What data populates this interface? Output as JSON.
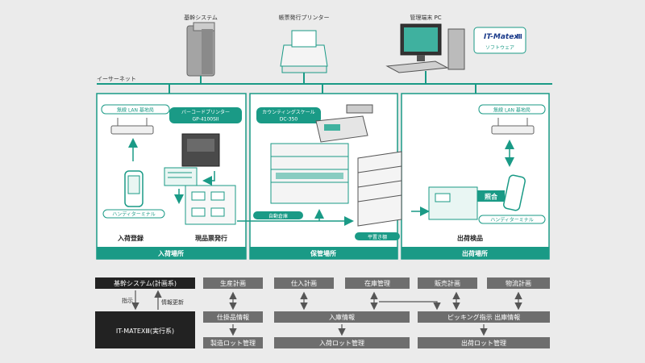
{
  "top_devices": {
    "core_system": "基幹システム",
    "label_printer": "帳票発行プリンター",
    "mgmt_pc": "管理端末 PC",
    "software_logo": "IT-Matex",
    "software_logo_mark": "Ⅲ",
    "software": "ソフトウェア"
  },
  "network": "イーサーネット",
  "zones": [
    {
      "name": "入荷場所"
    },
    {
      "name": "保管場所"
    },
    {
      "name": "出荷場所"
    }
  ],
  "receiving": {
    "lan": "無線 LAN 基地局",
    "printer_name": "バーコードプリンター",
    "printer_model": "GP-4100SII",
    "handy": "ハンディターミナル",
    "step1": "入荷登録",
    "step2": "現品票発行"
  },
  "storage": {
    "scale_name": "カウンティングスケール",
    "scale_model": "DC-350",
    "auto_warehouse": "自動倉庫",
    "flat_shelf": "平置き棚"
  },
  "shipping": {
    "lan": "無線 LAN 基地局",
    "match": "照合",
    "handy": "ハンディターミナル",
    "step": "出荷検品"
  },
  "flow": {
    "core_plan": "基幹システム(計画系)",
    "instruct": "指示",
    "update": "情報更新",
    "itmatex_exec": "IT-MATEXⅢ(実行系)",
    "production_plan": "生産計画",
    "purchase_plan": "仕入計画",
    "inventory_mgmt": "在庫管理",
    "sales_plan": "販売計画",
    "logistics_plan": "物流計画",
    "wip_info": "仕掛品情報",
    "stock_in_info": "入庫情報",
    "picking_info": "ピッキング指示 出庫情報",
    "mfg_lot": "製造ロット管理",
    "in_lot": "入荷ロット管理",
    "out_lot": "出荷ロット管理"
  },
  "colors": {
    "teal": "#1a9a86",
    "dark_box": "#222222",
    "gray_box": "#6e6e6e",
    "background": "#ebebeb"
  }
}
